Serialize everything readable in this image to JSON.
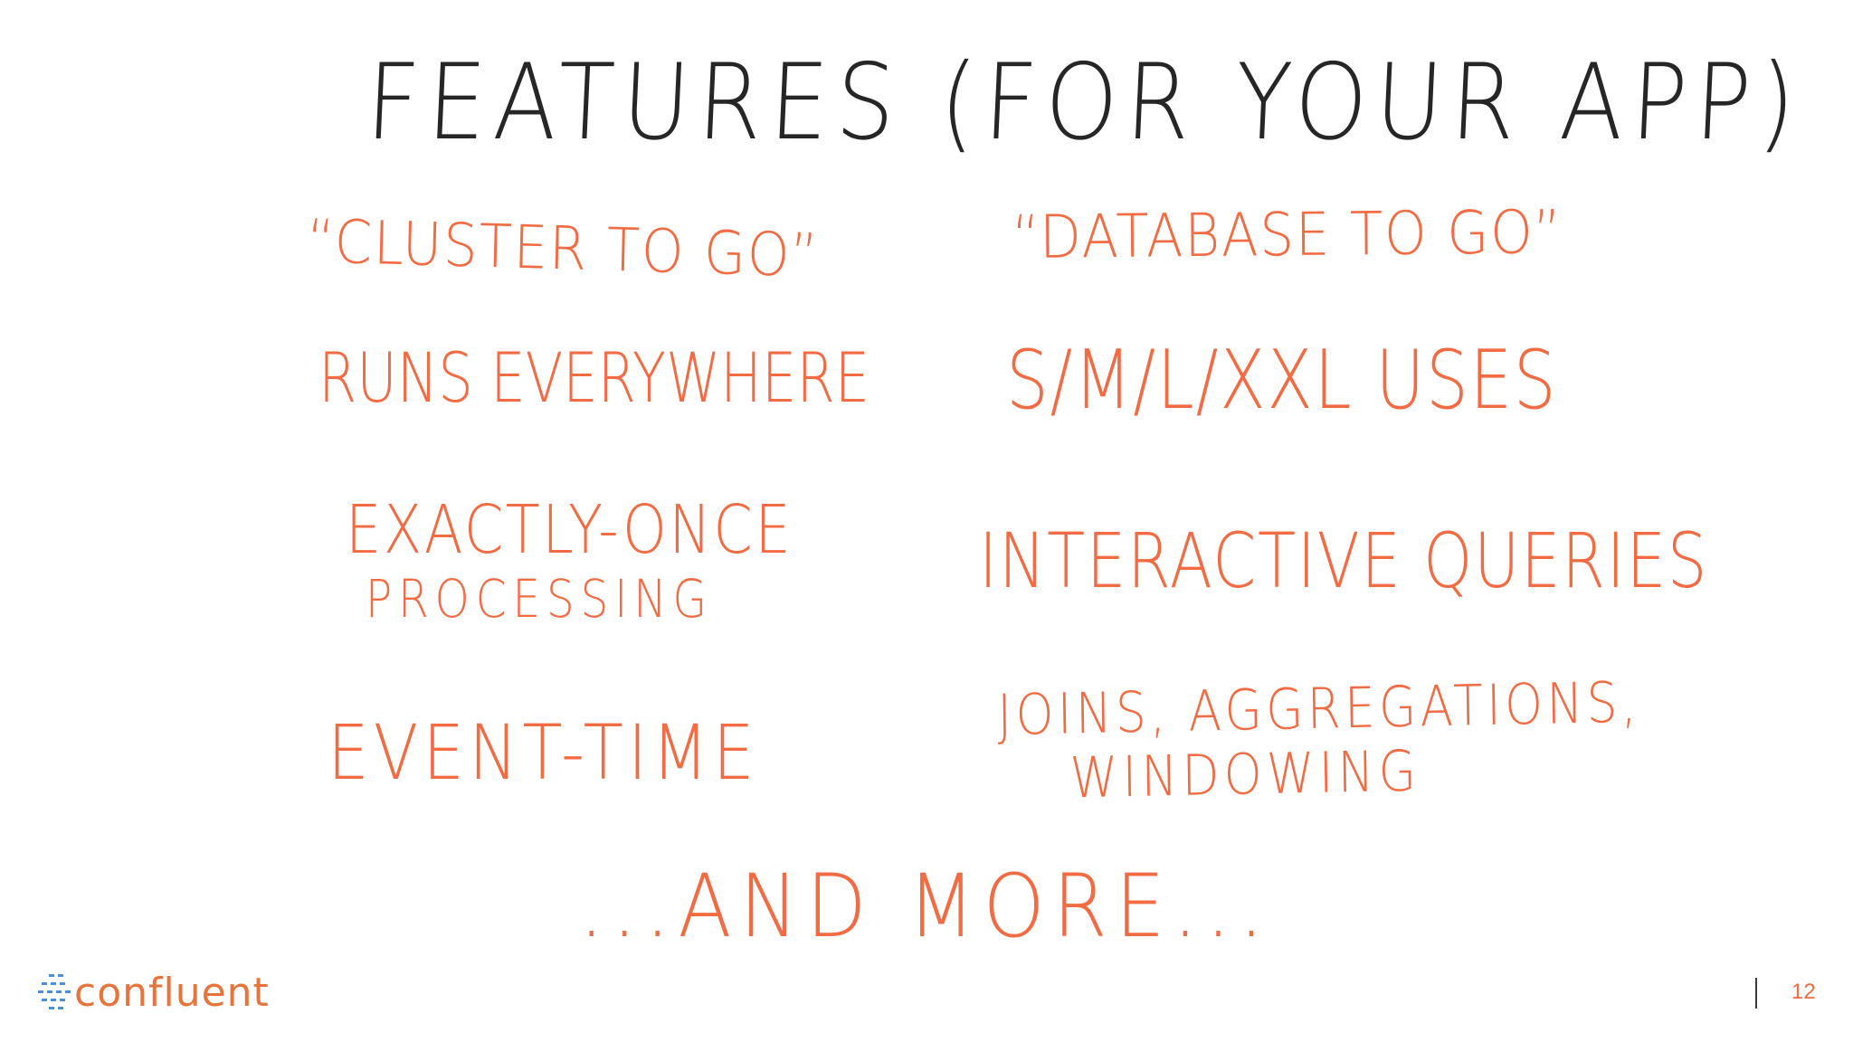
{
  "slide": {
    "title": "FEATURES (FOR YOUR APP)",
    "features": {
      "cluster_to_go": "“CLUSTER TO GO”",
      "database_to_go": "“DATABASE TO GO”",
      "runs_everywhere": "RUNS EVERYWHERE",
      "sizes_uses": "S/M/L/XXL USES",
      "exactly_once_line1": "EXACTLY-ONCE",
      "exactly_once_line2": "PROCESSING",
      "interactive_queries": "INTERACTIVE QUERIES",
      "event_time": "EVENT-TIME",
      "joins_line1": "JOINS, AGGREGATIONS,",
      "joins_line2": "WINDOWING",
      "and_more": "...AND MORE..."
    },
    "colors": {
      "title": "#262626",
      "feature": "#f26b43",
      "brand": "#e8743b",
      "brand_mark": "#4a90d9"
    }
  },
  "footer": {
    "logo_text": "confluent",
    "page_number": "12"
  }
}
